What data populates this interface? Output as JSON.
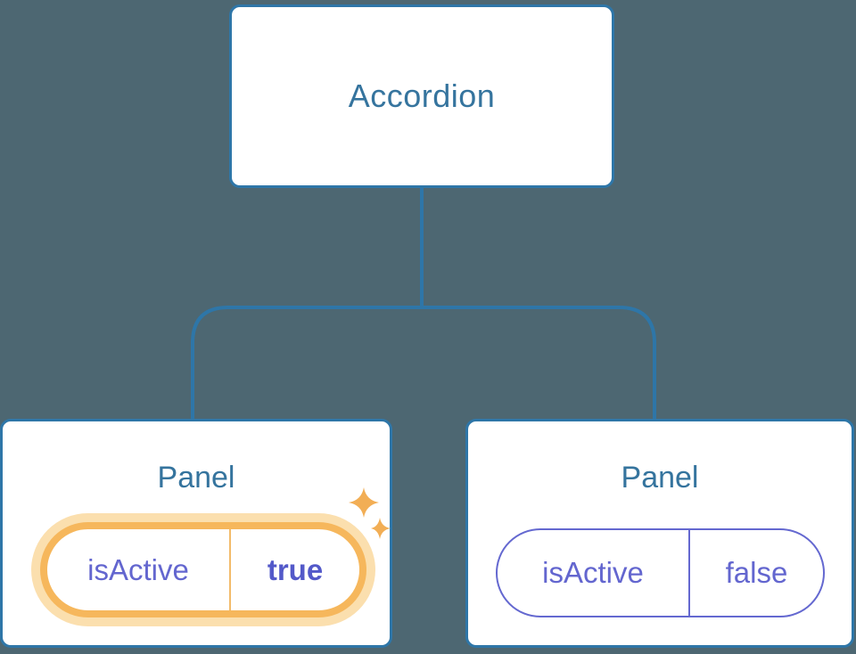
{
  "diagram": {
    "root": {
      "label": "Accordion"
    },
    "panels": [
      {
        "title": "Panel",
        "prop": "isActive",
        "value": "true",
        "highlighted": true
      },
      {
        "title": "Panel",
        "prop": "isActive",
        "value": "false",
        "highlighted": false
      }
    ],
    "colors": {
      "background": "#4D6772",
      "connector_blue": "#2E76A8",
      "heading_blue": "#35749E",
      "state_purple": "#6366CF",
      "state_purple_bold": "#5359C9",
      "highlight_orange": "#F6B75C",
      "highlight_halo": "#FBDFAE",
      "sparkle_orange": "#F2AE55",
      "card_white": "#FFFFFF"
    }
  }
}
